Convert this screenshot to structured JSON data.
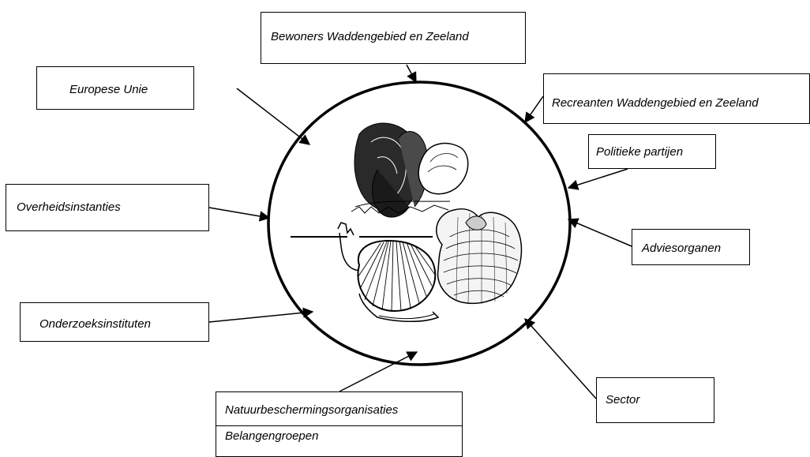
{
  "labels": {
    "bewoners": "Bewoners Waddengebied en Zeeland",
    "europese_unie": "Europese Unie",
    "recreanten": "Recreanten Waddengebied en Zeeland",
    "politieke_partijen": "Politieke partijen",
    "overheidsinstanties": "Overheidsinstanties",
    "adviesorganen": "Adviesorganen",
    "onderzoeksinstituten": "Onderzoeksinstituten",
    "sector": "Sector",
    "natuurbeschermingsorganisaties": "Natuurbeschermingsorganisaties",
    "belangengroepen": "Belangengroepen"
  },
  "center_icons": [
    "mussel-icon",
    "cockle-icon",
    "oyster-icon"
  ],
  "colors": {
    "line": "#000000",
    "background": "#ffffff"
  }
}
